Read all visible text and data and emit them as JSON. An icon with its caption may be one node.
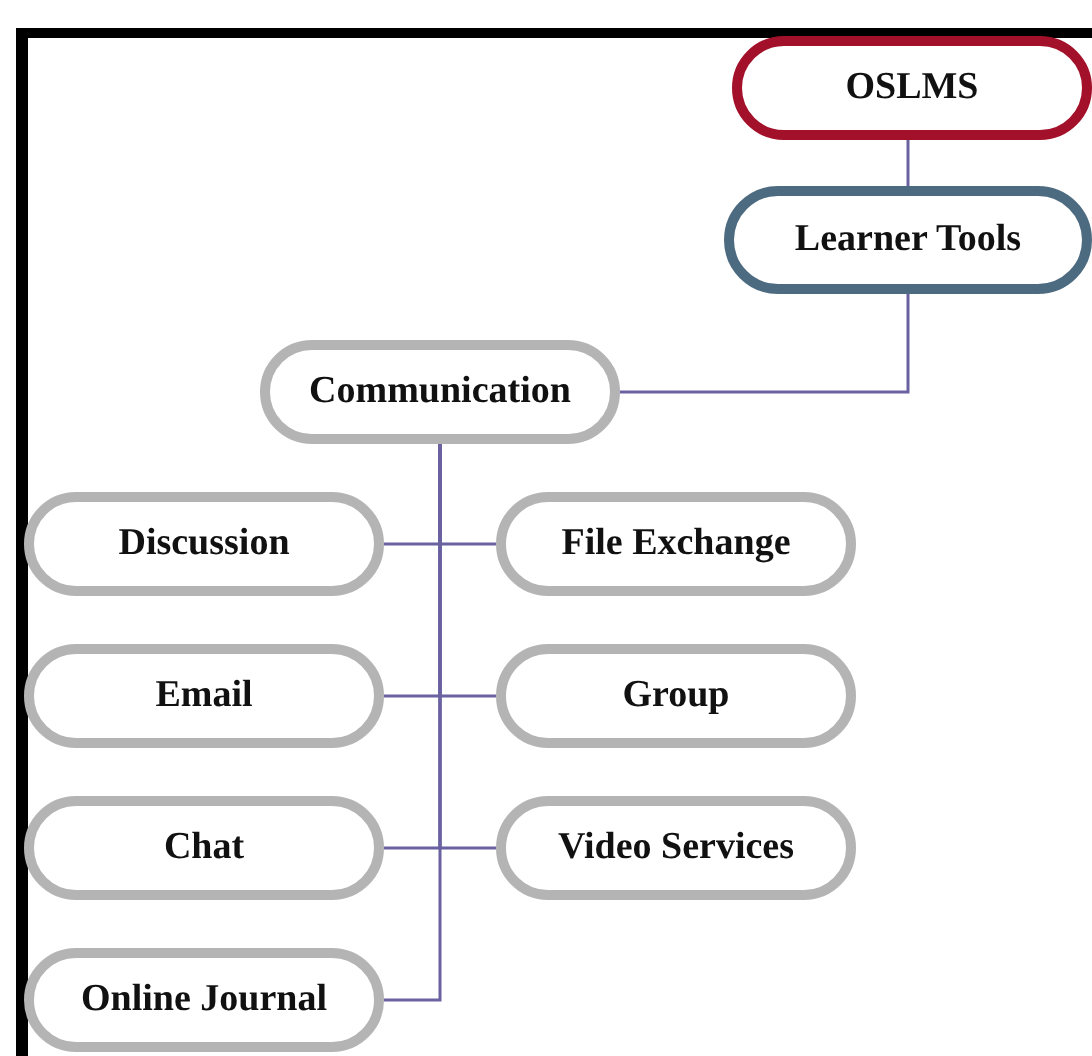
{
  "diagram": {
    "nodes": [
      {
        "text": [
          "OSLMS"
        ]
      },
      {
        "text": [
          "Learner Tools"
        ]
      },
      {
        "text": [
          "Communication"
        ]
      },
      {
        "text": [
          "Discussion"
        ]
      },
      {
        "text": [
          "File Exchange"
        ]
      },
      {
        "text": [
          "Email"
        ]
      },
      {
        "text": [
          "Group"
        ]
      },
      {
        "text": [
          "Chat"
        ]
      },
      {
        "text": [
          "Video Services"
        ]
      },
      {
        "text": [
          "Online Journal"
        ]
      }
    ],
    "edges": [
      {
        "from": 0,
        "to": 1,
        "arrow": "none"
      },
      {
        "from": 1,
        "to": 2,
        "arrow": "none"
      },
      {
        "from": 2,
        "to": 3,
        "arrow": "none"
      },
      {
        "from": 2,
        "to": 4,
        "arrow": "none"
      },
      {
        "from": 2,
        "to": 5,
        "arrow": "none"
      },
      {
        "from": 2,
        "to": 6,
        "arrow": "none"
      },
      {
        "from": 2,
        "to": 7,
        "arrow": "none"
      },
      {
        "from": 2,
        "to": 8,
        "arrow": "none"
      },
      {
        "from": 2,
        "to": 9,
        "arrow": "none"
      }
    ]
  }
}
